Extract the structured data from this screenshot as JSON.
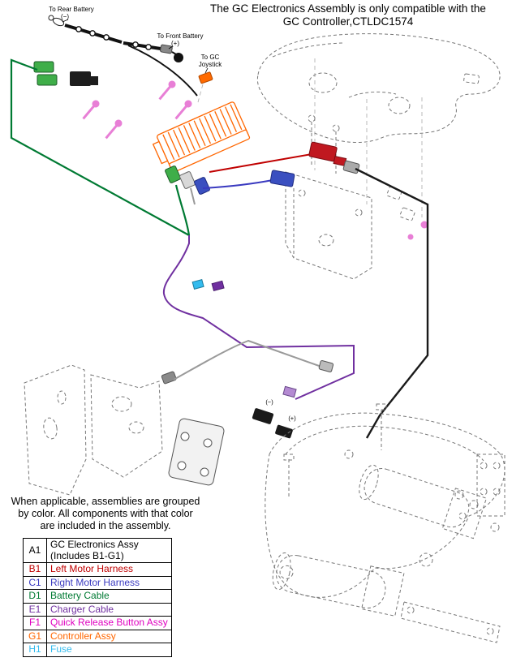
{
  "title": {
    "line1": "The GC Electronics Assembly is only compatible with the",
    "line2": "GC Controller,CTLDC1574"
  },
  "callouts": {
    "rear_battery": "To Rear Battery",
    "rear_sign": "(−)",
    "front_battery": "To Front Battery",
    "front_sign": "(+)",
    "joystick_line1": "To GC",
    "joystick_line2": "Joystick",
    "charger_minus": "(−)",
    "charger_plus": "(+)"
  },
  "note": {
    "line1": "When applicable, assemblies are grouped",
    "line2": "by color. All components with that color",
    "line3": "are included in the assembly."
  },
  "legend": {
    "rows": [
      {
        "code": "A1",
        "label": "GC Electronics Assy",
        "label2": "(Includes B1-G1)",
        "color": "#000000"
      },
      {
        "code": "B1",
        "label": "Left Motor Harness",
        "color": "#c00000"
      },
      {
        "code": "C1",
        "label": "Right Motor Harness",
        "color": "#3a3ac0"
      },
      {
        "code": "D1",
        "label": "Battery Cable",
        "color": "#007a33"
      },
      {
        "code": "E1",
        "label": "Charger Cable",
        "color": "#7030a0"
      },
      {
        "code": "F1",
        "label": "Quick Release Button Assy",
        "color": "#e000c0"
      },
      {
        "code": "G1",
        "label": "Controller Assy",
        "color": "#ff6600"
      },
      {
        "code": "H1",
        "label": "Fuse",
        "color": "#33bbee"
      }
    ]
  },
  "diagram": {
    "colors": {
      "outline": "#777777",
      "black": "#1a1a1a",
      "green_wire": "#007a33",
      "green_connector": "#3fae49",
      "red": "#c01820",
      "blue": "#3a4fc0",
      "purple": "#7030a0",
      "pink": "#e87fd6",
      "orange": "#ff6a00",
      "cyan": "#37b6e8",
      "gray": "#9a9a9a",
      "lavender": "#b48ad2"
    }
  }
}
